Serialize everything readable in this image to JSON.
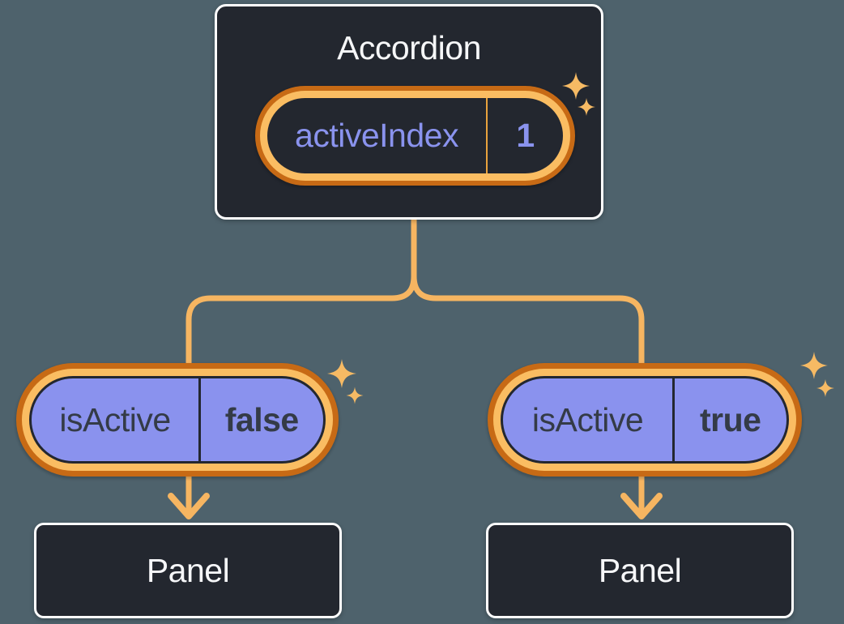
{
  "colors": {
    "background": "#4E626C",
    "card_dark": "#23272F",
    "card_border": "#FFFFFF",
    "pill_purple_fill": "#8A92EE",
    "ring_orange_light": "#FABD62",
    "ring_orange_dark": "#C76A15",
    "connector_orange": "#F6B561",
    "sparkle_orange": "#F6BA64",
    "text_light": "#F6F7F9",
    "text_dark": "#343B47",
    "text_purple": "#8A93EE"
  },
  "accordion_card": {
    "title": "Accordion",
    "state_pill": {
      "label": "activeIndex",
      "value": "1"
    }
  },
  "children": [
    {
      "pill": {
        "label": "isActive",
        "value": "false"
      },
      "panel": {
        "title": "Panel"
      }
    },
    {
      "pill": {
        "label": "isActive",
        "value": "true"
      },
      "panel": {
        "title": "Panel"
      }
    }
  ]
}
